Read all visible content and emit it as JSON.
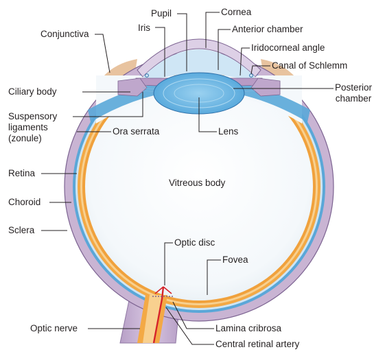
{
  "labels": {
    "pupil": "Pupil",
    "cornea": "Cornea",
    "iris": "Iris",
    "anterior_chamber": "Anterior chamber",
    "conjunctiva": "Conjunctiva",
    "iridocorneal_angle": "Iridocorneal angle",
    "canal_of_schlemm": "Canal of Schlemm",
    "ciliary_body": "Ciliary body",
    "posterior_chamber": [
      "Posterior",
      "chamber"
    ],
    "suspensory_ligaments": [
      "Suspensory",
      "ligaments",
      "(zonule)"
    ],
    "ora_serrata": "Ora serrata",
    "lens": "Lens",
    "retina": "Retina",
    "vitreous_body": "Vitreous body",
    "choroid": "Choroid",
    "sclera": "Sclera",
    "optic_disc": "Optic disc",
    "fovea": "Fovea",
    "optic_nerve": "Optic nerve",
    "lamina_cribrosa": "Lamina cribrosa",
    "central_retinal_artery": "Central retinal artery"
  },
  "colors": {
    "sclera": "#c9b4d3",
    "choroid": "#5aa7d8",
    "retina": "#f3a945",
    "vitreous": "#f4f8fb",
    "lens": "#6cb6e4",
    "cornea": "#ede5f1",
    "conjunctiva": "#e2b48a",
    "artery": "#d6232a",
    "leader": "#231f20"
  }
}
